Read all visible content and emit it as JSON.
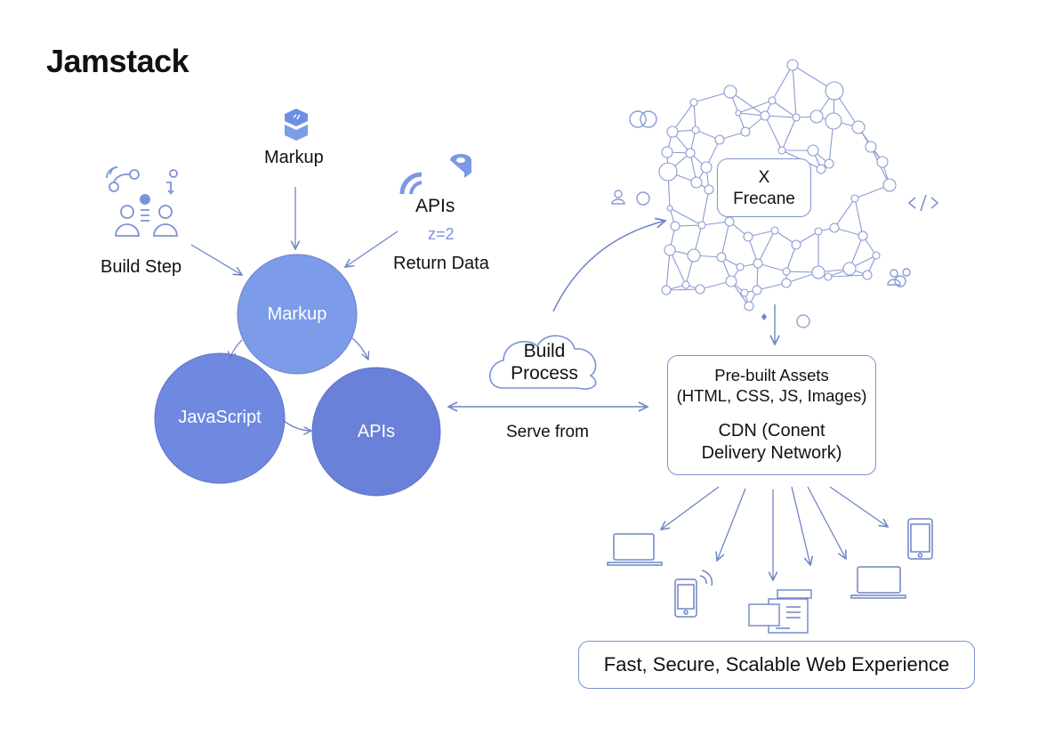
{
  "title": "Jamstack",
  "left": {
    "inputs": [
      {
        "label": "Build Step",
        "icon": "team-build-icon"
      },
      {
        "label": "Markup",
        "icon": "markup-stack-icon"
      },
      {
        "label": "APIs",
        "icon": "api-signal-icon",
        "sublabel": "z=2",
        "caption": "Return Data"
      }
    ],
    "circles": [
      "Markup",
      "JavaScript",
      "APIs"
    ]
  },
  "middle": {
    "cloud_label_line1": "Build",
    "cloud_label_line2": "Process",
    "serve_label": "Serve from"
  },
  "network": {
    "box_line1": "X",
    "box_line2": "Frecane",
    "side_icons": [
      "user-icon",
      "code-icon",
      "users-icon",
      "rings-icon"
    ]
  },
  "cdn_box": {
    "line1": "Pre-built Assets",
    "line2": "(HTML, CSS, JS, Images)",
    "line3": "CDN (Conent",
    "line4": "Delivery Network)"
  },
  "devices": [
    "laptop",
    "phone-wireless",
    "browser-windows",
    "laptop",
    "phone"
  ],
  "footer": "Fast, Secure, Scalable Web Experience",
  "colors": {
    "circle_light": "#7c9be8",
    "circle_mid": "#6f89e0",
    "circle_dark": "#6b80d8",
    "line": "#6f84c6",
    "stroke_light": "#8a9bd2"
  }
}
